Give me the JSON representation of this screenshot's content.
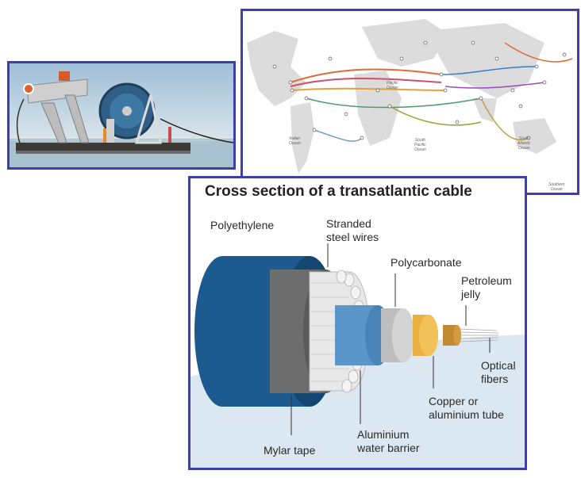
{
  "cable_section": {
    "title": "Cross section of a transatlantic cable",
    "labels": {
      "polyethylene": "Polyethylene",
      "stranded_steel": "Stranded\nsteel wires",
      "polycarbonate": "Polycarbonate",
      "petroleum_jelly": "Petroleum\njelly",
      "optical_fibers": "Optical\nfibers",
      "copper_tube": "Copper or\naluminium tube",
      "aluminium_barrier": "Aluminium\nwater barrier",
      "mylar_tape": "Mylar tape"
    },
    "colors": {
      "polyethylene": "#1c5a8f",
      "mylar": "#707070",
      "steel": "#e6e6e6",
      "aluminium": "#5b96c9",
      "polycarbonate": "#bdbdbd",
      "copper": "#e9b044",
      "water": "#dbe7f1"
    }
  },
  "map": {
    "ocean_labels": {
      "pacific_north": "Pacific\nOcean",
      "indian": "Indian\nOcean",
      "south_pacific": "South\nPacific\nOcean",
      "south_atlantic": "South\nAtlantic\nOcean",
      "southern": "Southern\nOcean"
    }
  }
}
